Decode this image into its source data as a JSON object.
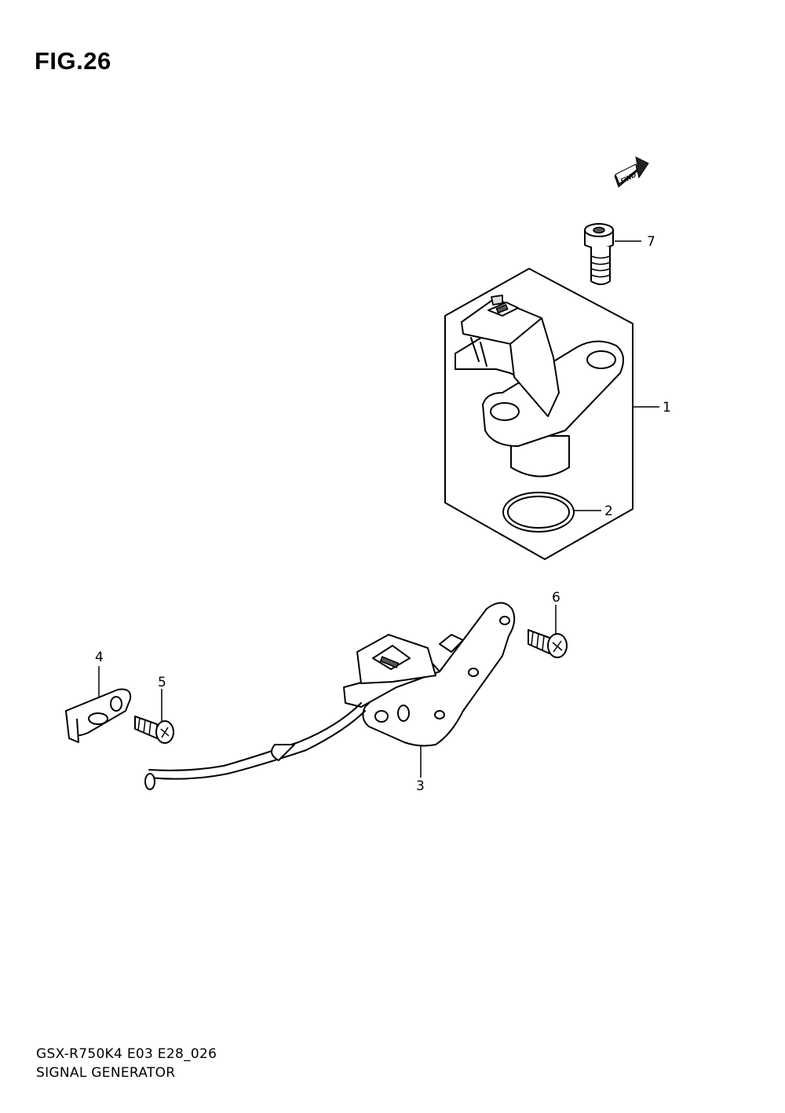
{
  "figure": {
    "title": "FIG.26"
  },
  "footer": {
    "model_code": "GSX-R750K4 E03 E28_026",
    "name": "SIGNAL GENERATOR"
  },
  "fwd_label": "FWD",
  "callouts": [
    {
      "id": "1",
      "label": "1"
    },
    {
      "id": "2",
      "label": "2"
    },
    {
      "id": "3",
      "label": "3"
    },
    {
      "id": "4",
      "label": "4"
    },
    {
      "id": "5",
      "label": "5"
    },
    {
      "id": "6",
      "label": "6"
    },
    {
      "id": "7",
      "label": "7"
    }
  ]
}
